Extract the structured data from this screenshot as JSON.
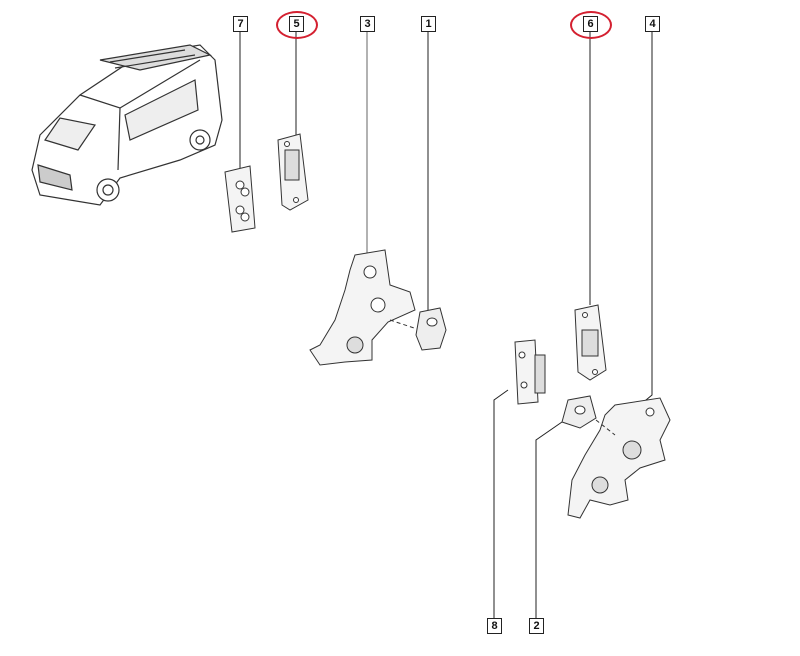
{
  "diagram": {
    "callouts": [
      {
        "id": "7",
        "label": "7"
      },
      {
        "id": "5",
        "label": "5",
        "highlighted": true
      },
      {
        "id": "3",
        "label": "3"
      },
      {
        "id": "1",
        "label": "1"
      },
      {
        "id": "6",
        "label": "6",
        "highlighted": true
      },
      {
        "id": "4",
        "label": "4"
      },
      {
        "id": "8",
        "label": "8"
      },
      {
        "id": "2",
        "label": "2"
      }
    ],
    "highlight_color": "#d42030"
  }
}
